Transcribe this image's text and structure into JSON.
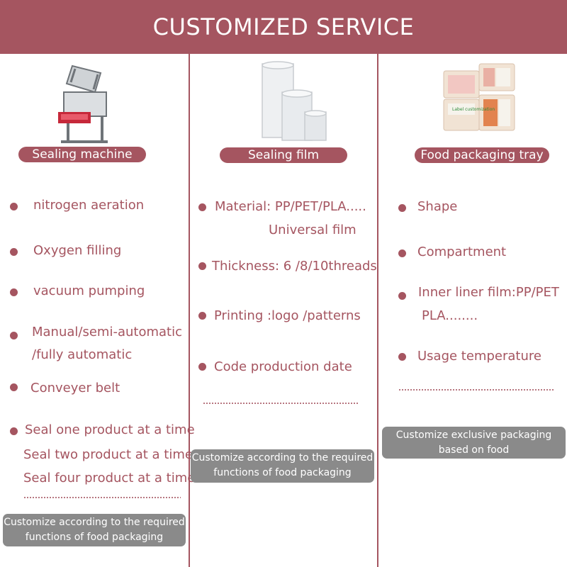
{
  "page": {
    "title": "CUSTOMIZED SERVICE"
  },
  "colors": {
    "accent": "#a55560",
    "note_bg": "#8a8a8a",
    "text_on_accent": "#ffffff"
  },
  "columns": [
    {
      "icon": "sealing-machine-icon",
      "label": "Sealing machine",
      "items": [
        "nitrogen aeration",
        "Oxygen filling",
        "vacuum pumping",
        "Manual/semi-automatic",
        "/fully automatic",
        "Conveyer belt",
        "Seal one product at a time",
        "Seal two product at a time",
        "Seal four product at a time"
      ],
      "note": [
        "Customize according to the required",
        "functions of food packaging"
      ]
    },
    {
      "icon": "film-roll-icon",
      "label": "Sealing film",
      "items": [
        "Material: PP/PET/PLA.....",
        "Universal film",
        "Thickness: 6 /8/10threads",
        "Printing :logo /patterns",
        "Code production date"
      ],
      "note": [
        "Customize according to the required",
        "functions of food packaging"
      ]
    },
    {
      "icon": "food-tray-icon",
      "label": "Food packaging tray",
      "tray_label_text": "Label customization",
      "items": [
        "Shape",
        "Compartment",
        "Inner liner film:PP/PET",
        "PLA........",
        "Usage temperature"
      ],
      "note": [
        "Customize exclusive packaging",
        "based on food"
      ]
    }
  ]
}
